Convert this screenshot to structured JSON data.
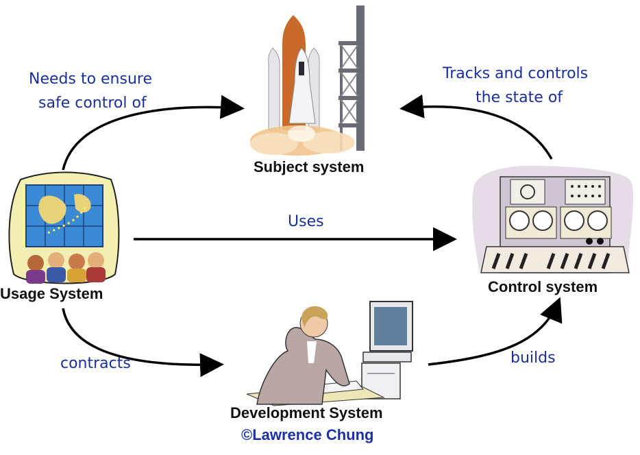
{
  "diagram": {
    "nodes": {
      "subject": {
        "label": "Subject system",
        "icon": "space-shuttle-icon"
      },
      "usage": {
        "label": "Usage System",
        "icon": "map-audience-icon"
      },
      "control": {
        "label": "Control system",
        "icon": "control-panel-icon"
      },
      "development": {
        "label": "Development System",
        "icon": "person-at-computer-icon"
      }
    },
    "edges": {
      "usage_to_subject": {
        "line1": "Needs to ensure",
        "line2": "safe control of"
      },
      "control_to_subject": {
        "line1": "Tracks and controls",
        "line2": "the state of"
      },
      "usage_to_control": {
        "label": "Uses"
      },
      "usage_to_development": {
        "label": "contracts"
      },
      "development_to_control": {
        "label": "builds"
      }
    },
    "credit": "©Lawrence Chung"
  },
  "colors": {
    "annotation_text": "#1a2f9c",
    "node_text": "#111111",
    "arrow": "#000000",
    "credit_text": "#1b2fa6"
  }
}
